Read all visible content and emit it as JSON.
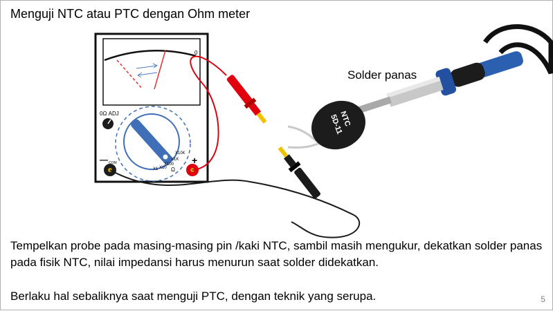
{
  "slide": {
    "title": "Menguji NTC atau PTC dengan Ohm meter",
    "solder_label": "Solder panas",
    "paragraph_1": "Tempelkan probe pada masing-masing pin /kaki NTC, sambil masih mengukur, dekatkan solder panas pada fisik NTC, nilai impedansi harus menurun saat solder didekatkan.",
    "paragraph_2": "Berlaku hal sebaliknya saat menguji PTC, dengan teknik yang serupa.",
    "page_number": "5"
  },
  "meter": {
    "scale_zero": "0",
    "adj_label": "0Ω ADJ",
    "minus_sign": "—",
    "com_label": "COM",
    "plus_sign": "+",
    "ranges": [
      "X10K",
      "X1K",
      "X100",
      "X10",
      "X1"
    ],
    "ohm_symbol": "Ω"
  },
  "thermistor": {
    "line1": "NTC",
    "line2": "5D-11"
  },
  "colors": {
    "probe_red": "#e0000e",
    "probe_black": "#1a1a1a",
    "dial_blue": "#3f6fb7",
    "solder_handle": "#2b5fb0",
    "thermistor": "#1c1c1c",
    "probe_tip": "#f2c100"
  }
}
